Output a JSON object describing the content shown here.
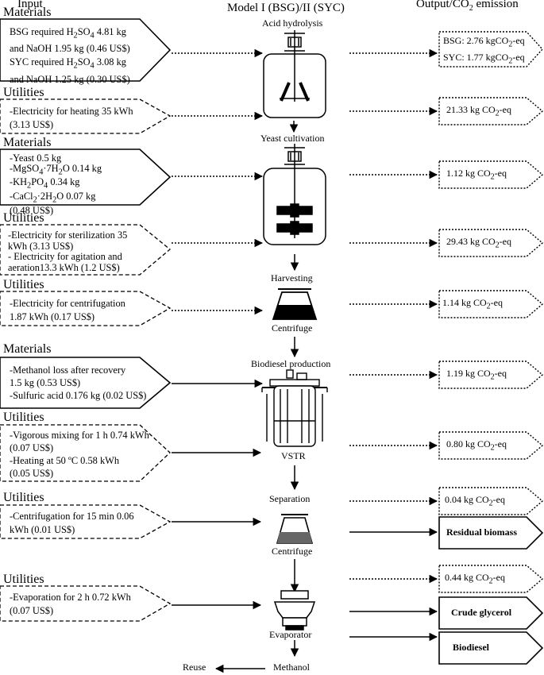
{
  "headers": {
    "input": "Input",
    "model": "Model I (BSG)/II (SYC)",
    "output": "Output/CO2 emission"
  },
  "sections": {
    "materials1": "Materials",
    "utilities1": "Utilities",
    "materials2": "Materials",
    "utilities2": "Utilities",
    "utilities3": "Utilities",
    "materials3": "Materials",
    "utilities4": "Utilities",
    "utilities5": "Utilities",
    "utilities6": "Utilities"
  },
  "inputs": {
    "materials1": [
      "BSG required H2SO4 4.81 kg",
      "and NaOH 1.95 kg (0.46 US$)",
      "SYC required H2SO4 3.08 kg",
      "and NaOH 1.25 kg (0.30 US$)"
    ],
    "utilities1": [
      "-Electricity for heating 35 kWh",
      "(3.13 US$)"
    ],
    "materials2": [
      "-Yeast 0.5 kg",
      "-MgSO4·7H2O 0.14 kg",
      "-KH2PO4 0.34 kg",
      "-CaCl2·2H2O 0.07 kg",
      "(0.48 US$)"
    ],
    "utilities2": [
      "-Electricity for sterilization 35",
      "kWh (3.13 US$)",
      "- Electricity for agitation and",
      "aeration13.3 kWh (1.2 US$)"
    ],
    "utilities3": [
      "-Electricity for centrifugation",
      "1.87 kWh (0.17 US$)"
    ],
    "materials3": [
      "-Methanol loss after recovery",
      "1.5 kg (0.53 US$)",
      "-Sulfuric acid 0.176 kg (0.02 US$)"
    ],
    "utilities4": [
      "-Vigorous mixing for 1 h 0.74 kWh",
      "(0.07 US$)",
      "-Heating at 50 ºC 0.58 kWh",
      "(0.05 US$)"
    ],
    "utilities5": [
      "-Centrifugation for 15 min 0.06",
      "kWh (0.01 US$)"
    ],
    "utilities6": [
      "-Evaporation for 2 h 0.72 kWh",
      "(0.07 US$)"
    ]
  },
  "process": {
    "acid_hydrolysis": "Acid hydrolysis",
    "yeast_cultivation": "Yeast cultivation",
    "harvesting": "Harvesting",
    "centrifuge1": "Centrifuge",
    "biodiesel_production": "Biodiesel production",
    "vstr": "VSTR",
    "separation": "Separation",
    "centrifuge2": "Centrifuge",
    "evaporator": "Evaporator",
    "methanol": "Methanol",
    "reuse": "Reuse"
  },
  "outputs": {
    "o1": [
      "BSG: 2.76 kgCO2-eq",
      "SYC: 1.77 kgCO2-eq"
    ],
    "o2": "21.33 kg CO2-eq",
    "o3": "1.12 kg CO2-eq",
    "o4": "29.43 kg CO2-eq",
    "o5": "1.14 kg CO2-eq",
    "o6": "1.19 kg CO2-eq",
    "o7": "0.80 kg CO2-eq",
    "o8": "0.04 kg CO2-eq",
    "residual_biomass": "Residual biomass",
    "o9": "0.44 kg CO2-eq",
    "crude_glycerol": "Crude glycerol",
    "biodiesel": "Biodiesel"
  }
}
